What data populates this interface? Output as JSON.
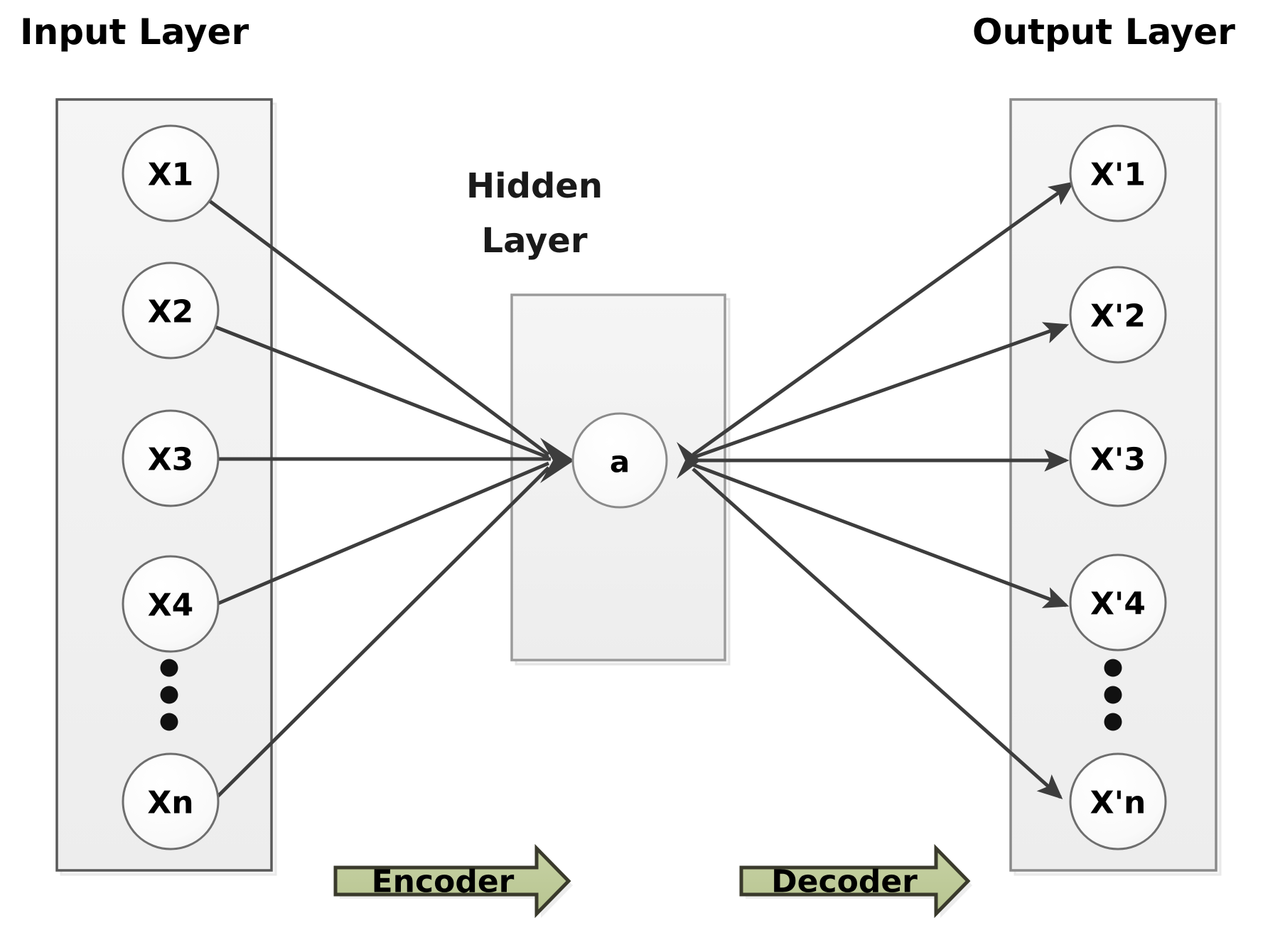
{
  "figure": {
    "kind": "autoencoder-architecture-diagram",
    "background_color": "#ffffff"
  },
  "titles": {
    "input_layer": "Input Layer",
    "hidden_layer_line1": "Hidden",
    "hidden_layer_line2": "Layer",
    "output_layer": "Output Layer"
  },
  "input_layer": {
    "nodes": [
      {
        "label": "X1"
      },
      {
        "label": "X2"
      },
      {
        "label": "X3"
      },
      {
        "label": "X4"
      },
      {
        "label": "Xn"
      }
    ],
    "ellipsis": "vertical-dots",
    "box_fill": "#f0f0f0",
    "box_stroke": "#595959"
  },
  "hidden_layer": {
    "nodes": [
      {
        "label": "a"
      }
    ],
    "box_fill": "#f0f0f0",
    "box_stroke": "#9b9b9b"
  },
  "output_layer": {
    "nodes": [
      {
        "label": "X'1"
      },
      {
        "label": "X'2"
      },
      {
        "label": "X'3"
      },
      {
        "label": "X'4"
      },
      {
        "label": "X'n"
      }
    ],
    "ellipsis": "vertical-dots",
    "box_fill": "#f0f0f0",
    "box_stroke": "#8a8a8a"
  },
  "flow": {
    "encoder_label": "Encoder",
    "decoder_label": "Decoder",
    "arrow_fill": "#bfcb99",
    "arrow_stroke": "#3a3a2c"
  },
  "colors": {
    "edge": "#3d3d3d",
    "node_fill": "#fbfbfb",
    "node_stroke": "#6e6e6e",
    "text": "#000000"
  }
}
